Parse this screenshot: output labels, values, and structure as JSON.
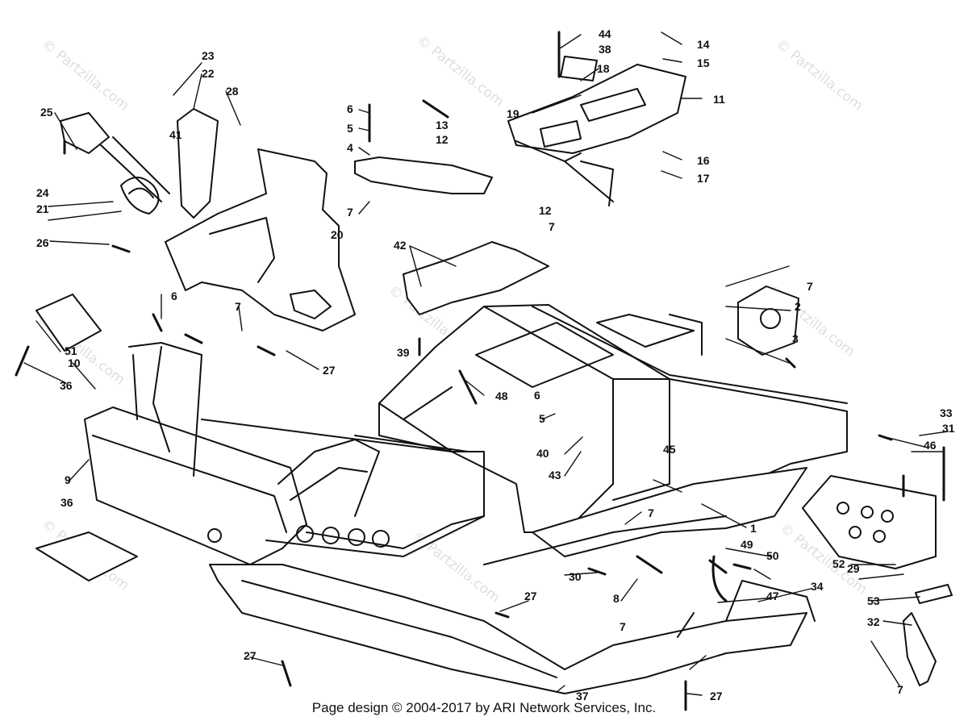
{
  "watermark": "© Partzilla.com",
  "footer": "Page design © 2004-2017 by ARI Network Services, Inc.",
  "colors": {
    "ink": "#111111",
    "paper": "#ffffff"
  },
  "callouts": [
    "1",
    "2",
    "3",
    "4",
    "5",
    "6",
    "7",
    "8",
    "9",
    "10",
    "11",
    "12",
    "13",
    "14",
    "15",
    "16",
    "17",
    "18",
    "19",
    "20",
    "21",
    "22",
    "23",
    "24",
    "25",
    "26",
    "27",
    "28",
    "29",
    "30",
    "31",
    "32",
    "33",
    "34",
    "36",
    "37",
    "38",
    "39",
    "40",
    "41",
    "42",
    "43",
    "44",
    "45",
    "46",
    "47",
    "48",
    "49",
    "50",
    "51",
    "52",
    "53"
  ]
}
